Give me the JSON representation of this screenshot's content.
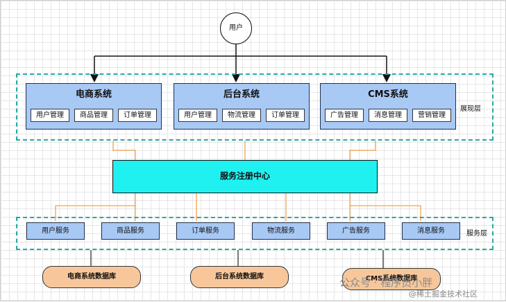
{
  "user_label": "用户",
  "presentation_layer": {
    "label": "展现层",
    "systems": [
      {
        "title": "电商系统",
        "modules": [
          "用户管理",
          "商品管理",
          "订单管理"
        ]
      },
      {
        "title": "后台系统",
        "modules": [
          "用户管理",
          "物流管理",
          "订单管理"
        ]
      },
      {
        "title": "CMS系统",
        "modules": [
          "广告管理",
          "消息管理",
          "营销管理"
        ]
      }
    ]
  },
  "registry_label": "服务注册中心",
  "service_layer": {
    "label": "服务层",
    "services": [
      "用户服务",
      "商品服务",
      "订单服务",
      "物流服务",
      "广告服务",
      "消息服务"
    ]
  },
  "databases": [
    "电商系统数据库",
    "后台系统数据库",
    "CMS系统数据库"
  ],
  "watermark": {
    "line1": "公众号 · 程序员小胖",
    "line2": "@稀土掘金技术社区"
  },
  "colors": {
    "system_fill": "#a9c9f5",
    "registry_fill": "#1ff0f0",
    "db_fill": "#f7c79b",
    "dashed_border": "#2aa8a3",
    "connector_orange": "#f4a24a"
  }
}
